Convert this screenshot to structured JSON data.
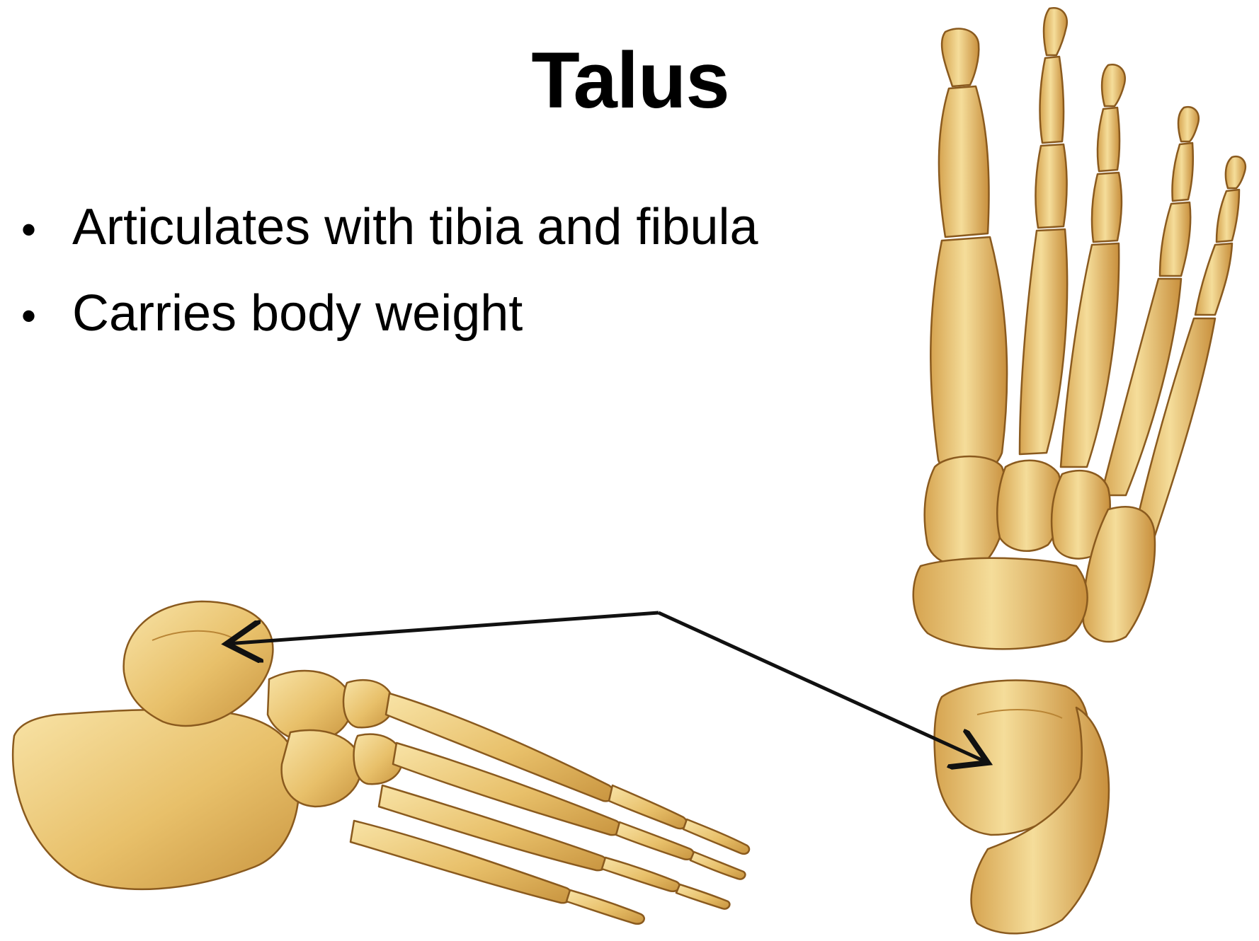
{
  "slide": {
    "title": "Talus",
    "bullets": [
      "Articulates with tibia and fibula",
      "Carries body weight"
    ],
    "bullet_symbol": "•"
  },
  "colors": {
    "bone_fill": "#e9c36f",
    "bone_light": "#f6df9c",
    "bone_shadow": "#c7953c",
    "bone_outline": "#8a5a1e",
    "arrow": "#111111"
  }
}
